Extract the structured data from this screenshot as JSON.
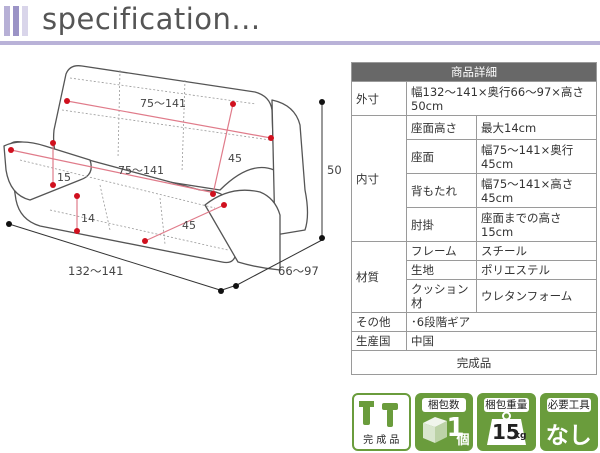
{
  "header": {
    "title": "specification...",
    "bar_colors": [
      "#b7b0d6",
      "#9b93c6",
      "#d9d5ea"
    ],
    "line_color": "#b9b2d8"
  },
  "drawing": {
    "depth_top": "75〜141",
    "height_back": "45",
    "seat_width": "75〜141",
    "seat_height": "15",
    "arm_height": "14",
    "arm_depth": "45",
    "total_height": "50",
    "total_width": "132〜141",
    "total_depth": "66〜97"
  },
  "spec": {
    "title": "商品詳細",
    "outer_label": "外寸",
    "outer_value": "幅132〜141×奥行66〜97×高さ50cm",
    "inner_label": "内寸",
    "inner_rows": [
      {
        "label": "座面高さ",
        "value": "最大14cm"
      },
      {
        "label": "座面",
        "value": "幅75〜141×奥行45cm"
      },
      {
        "label": "背もたれ",
        "value": "幅75〜141×高さ45cm"
      },
      {
        "label": "肘掛",
        "value": "座面までの高さ15cm"
      }
    ],
    "material_label": "材質",
    "material_rows": [
      {
        "label": "フレーム",
        "value": "スチール"
      },
      {
        "label": "生地",
        "value": "ポリエステル"
      },
      {
        "label": "クッション材",
        "value": "ウレタンフォーム"
      }
    ],
    "other_label": "その他",
    "other_value": "･6段階ギア",
    "origin_label": "生産国",
    "origin_value": "中国",
    "footer": "完成品"
  },
  "badges": {
    "assembled_caption": "完 成 品",
    "packages_label": "梱包数",
    "packages_value": "1",
    "packages_unit": "個",
    "weight_label": "梱包重量",
    "weight_value": "15",
    "weight_unit": "kg",
    "tools_label": "必要工具",
    "tools_value": "なし",
    "green": "#6a9c3c"
  }
}
